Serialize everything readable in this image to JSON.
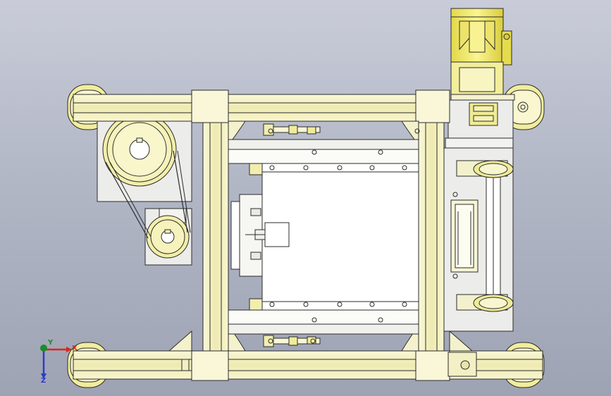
{
  "app": {
    "window_title": ""
  },
  "triad": {
    "x_label": "X",
    "y_label": "Y",
    "z_label": "Z",
    "colors": {
      "x": "#e2231a",
      "y": "#1c8c2a",
      "z": "#2a3ec8"
    }
  },
  "colors": {
    "background_top": "#c9ccd8",
    "background_bottom": "#9ea3b4",
    "frame": "#f3f0b8",
    "frame_edge": "#2b2b2b",
    "motor": "#f4ec6e",
    "caster": "#f1ed9e",
    "metal": "#ececea"
  }
}
